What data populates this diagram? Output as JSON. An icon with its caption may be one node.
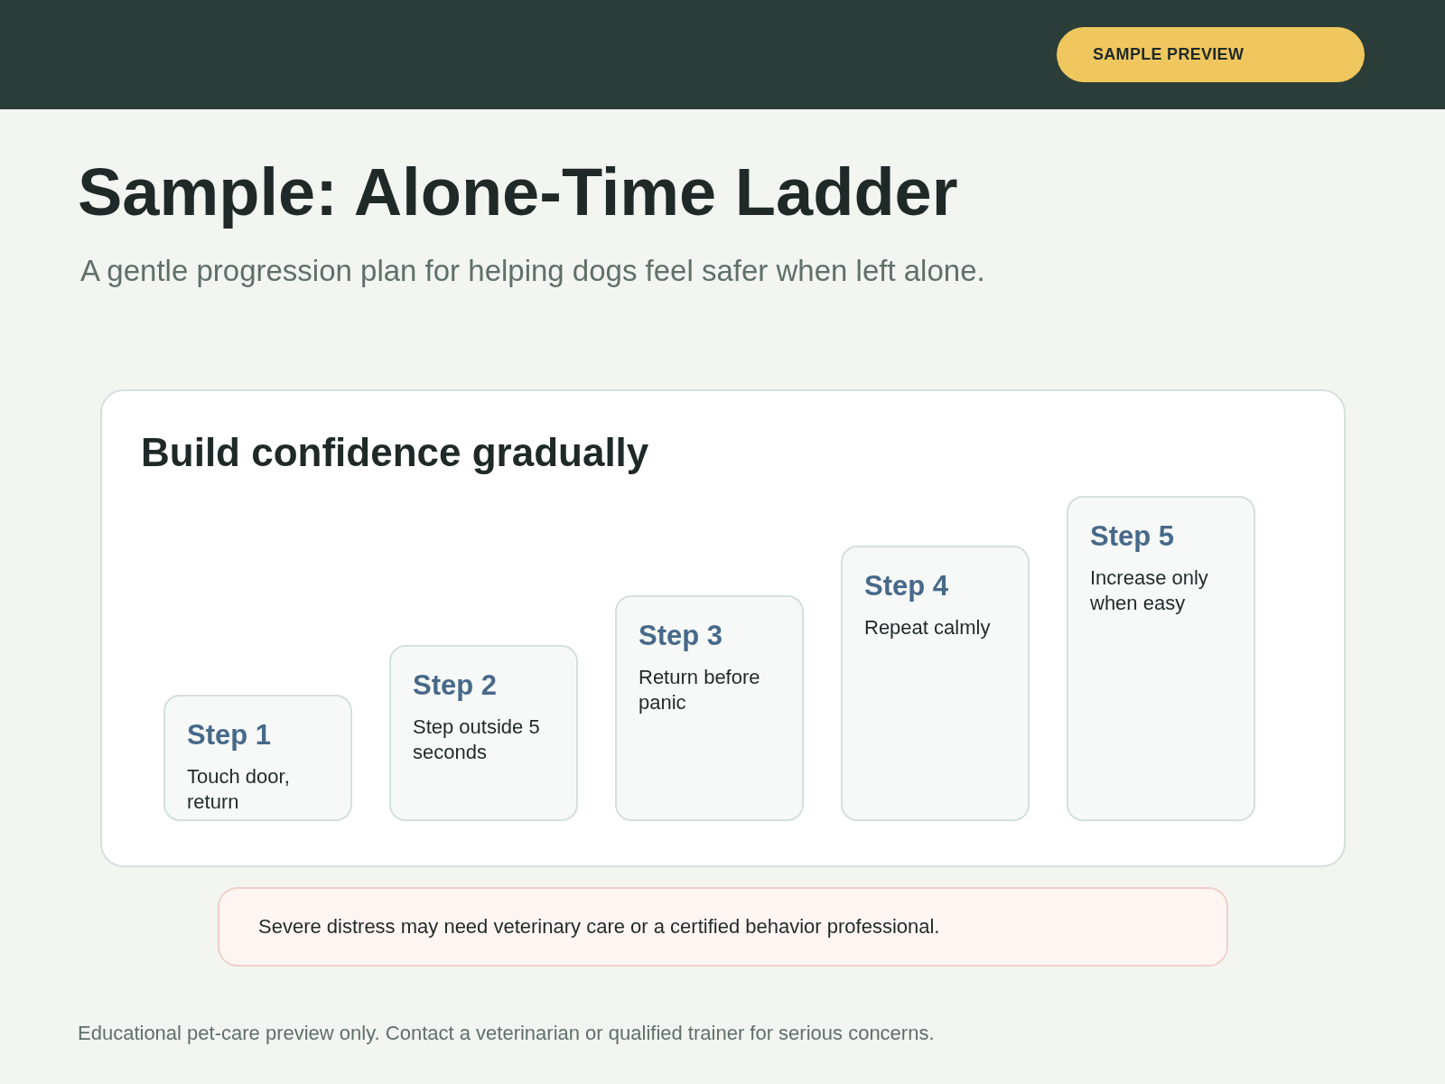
{
  "diagram": {
    "title": "Sample: Alone-Time Ladder",
    "caption": "Educational pet-care preview only. Contact a veterinarian or qualified trainer for serious concerns.",
    "nodes": [
      {
        "text": [
          "Build confidence gradually"
        ]
      },
      {
        "text": [
          "Step 1",
          "Touch door, return"
        ],
        "in": 0
      },
      {
        "text": [
          "Step 2",
          "Step outside 5 seconds"
        ],
        "in": 0
      },
      {
        "text": [
          "Step 3",
          "Return before panic"
        ],
        "in": 0
      },
      {
        "text": [
          "Step 4",
          "Repeat calmly"
        ],
        "in": 0
      },
      {
        "text": [
          "Step 5",
          "Increase only when easy"
        ],
        "in": 0
      },
      {
        "text": [
          "Severe distress may need veterinary care or a certified behavior professional."
        ]
      }
    ],
    "labels": [
      "SAMPLE PREVIEW",
      "A gentle progression plan for helping dogs feel safer when left alone."
    ]
  }
}
